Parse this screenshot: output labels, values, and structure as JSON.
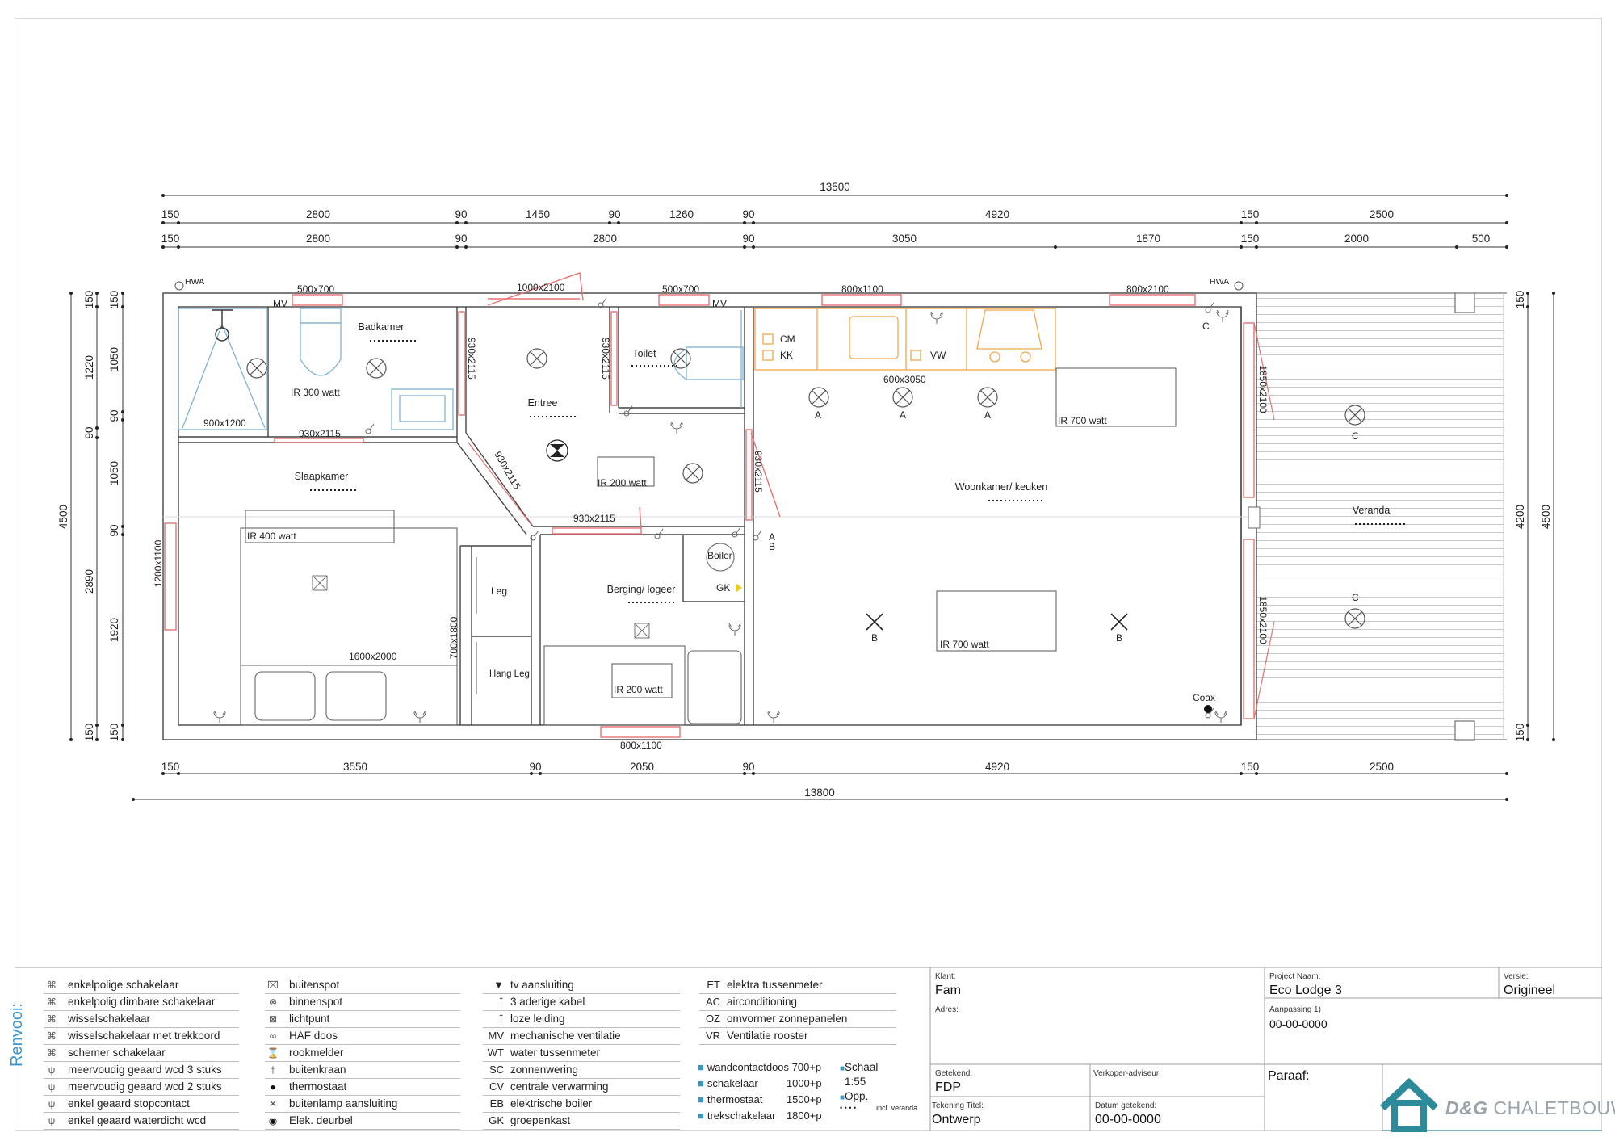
{
  "plan": {
    "dims": {
      "overall_top": "13500",
      "top_row1": [
        "150",
        "2800",
        "90",
        "1450",
        "90",
        "1260",
        "90",
        "4920",
        "150",
        "2500"
      ],
      "top_row2": [
        "150",
        "2800",
        "90",
        "2800",
        "90",
        "3050",
        "1870",
        "150",
        "2000",
        "500"
      ],
      "overall_bottom": "13800",
      "bottom_row": [
        "150",
        "3550",
        "90",
        "2050",
        "90",
        "4920",
        "150",
        "2500"
      ],
      "left_outer": "4500",
      "left_mid": [
        "150",
        "1220",
        "90",
        "2890",
        "150"
      ],
      "left_inner": [
        "150",
        "1050",
        "90",
        "1050",
        "90",
        "1920",
        "150"
      ],
      "right_inner": [
        "150",
        "4200",
        "150"
      ],
      "right_outer": "4500"
    },
    "rooms": {
      "badkamer": "Badkamer",
      "toilet": "Toilet",
      "entree": "Entree",
      "slaapkamer": "Slaapkamer",
      "berging": "Berging/ logeer",
      "woonkamer": "Woonkamer/ keuken",
      "veranda": "Veranda"
    },
    "labels": {
      "hwa_left": "HWA",
      "hwa_right": "HWA",
      "mv_left": "MV",
      "mv_right": "MV",
      "win_bad": "500x700",
      "door_entree": "1000x2100",
      "win_toilet": "500x700",
      "win_keuken": "800x1100",
      "door_woon": "800x2100",
      "douche": "900x1200",
      "ir300": "IR 300 watt",
      "door_bad": "930x2115",
      "door_bad2": "930x2115",
      "door_toilet": "930x2115",
      "door_slaap": "930x2115",
      "door_berging": "930x2115",
      "door_woon_side": "930x2115",
      "ir200_entree": "IR 200 watt",
      "ir400": "IR 400 watt",
      "bed": "1600x2000",
      "win_slaap": "1200x1100",
      "kast": "700x1800",
      "leg": "Leg",
      "hang_leg": "Hang Leg",
      "boiler": "Boiler",
      "gk": "GK",
      "ir200_berging": "IR 200 watt",
      "win_bottom": "800x1100",
      "cm": "CM",
      "kk": "KK",
      "vw": "VW",
      "keuken_dim": "600x3050",
      "ir700_top": "IR 700 watt",
      "ir700_bottom": "IR 700 watt",
      "spot_a1": "A",
      "spot_a2": "A",
      "spot_a3": "A",
      "spot_b1": "B",
      "spot_b2": "B",
      "ab_a": "A",
      "ab_b": "B",
      "c_top": "C",
      "c_ver1": "C",
      "c_ver2": "C",
      "coax": "Coax",
      "door_ver1": "1850x2100",
      "door_ver2": "1850x2100"
    }
  },
  "legend": {
    "title": "Renvooi:",
    "col1": [
      {
        "icon": "switch-icon",
        "label": "enkelpolige schakelaar"
      },
      {
        "icon": "dimmer-switch-icon",
        "label": "enkelpolig dimbare schakelaar"
      },
      {
        "icon": "changeover-switch-icon",
        "label": "wisselschakelaar"
      },
      {
        "icon": "pull-cord-switch-icon",
        "label": "wisselschakelaar met trekkoord"
      },
      {
        "icon": "double-switch-icon",
        "label": "schemer schakelaar"
      },
      {
        "icon": "triple-socket-icon",
        "label": "meervoudig geaard wcd 3 stuks"
      },
      {
        "icon": "double-socket-icon",
        "label": "meervoudig geaard wcd 2 stuks"
      },
      {
        "icon": "socket-icon",
        "label": "enkel geaard stopcontact"
      },
      {
        "icon": "waterproof-socket-icon",
        "label": "enkel geaard waterdicht wcd"
      }
    ],
    "col2": [
      {
        "icon": "outdoor-spot-icon",
        "label": "buitenspot"
      },
      {
        "icon": "indoor-spot-icon",
        "label": "binnenspot"
      },
      {
        "icon": "lightpoint-icon",
        "label": "lichtpunt"
      },
      {
        "icon": "haf-box-icon",
        "label": "HAF doos"
      },
      {
        "icon": "smoke-detector-icon",
        "label": "rookmelder"
      },
      {
        "icon": "outdoor-tap-icon",
        "label": "buitenkraan"
      },
      {
        "icon": "thermostat-icon",
        "label": "thermostaat"
      },
      {
        "icon": "outdoor-lamp-icon",
        "label": "buitenlamp aansluiting"
      },
      {
        "icon": "doorbell-icon",
        "label": "Elek. deurbel"
      }
    ],
    "col3": [
      {
        "code": "",
        "icon": "tv-socket-icon",
        "label": "tv aansluiting"
      },
      {
        "code": "",
        "icon": "cable-icon",
        "label": "3 aderige kabel"
      },
      {
        "code": "",
        "icon": "empty-conduit-icon",
        "label": "loze leiding"
      },
      {
        "code": "MV",
        "label": "mechanische ventilatie"
      },
      {
        "code": "WT",
        "label": "water tussenmeter"
      },
      {
        "code": "SC",
        "label": "zonnenwering"
      },
      {
        "code": "CV",
        "label": "centrale verwarming"
      },
      {
        "code": "EB",
        "label": "elektrische boiler"
      },
      {
        "code": "GK",
        "label": "groepenkast"
      }
    ],
    "col4": [
      {
        "code": "ET",
        "label": "elektra tussenmeter"
      },
      {
        "code": "AC",
        "label": "airconditioning"
      },
      {
        "code": "OZ",
        "label": "omvormer zonnepanelen"
      },
      {
        "code": "VR",
        "label": "Ventilatie rooster"
      }
    ],
    "heights": [
      {
        "label": "wandcontactdoos 700+p",
        "value": ""
      },
      {
        "label": "schakelaar",
        "value": "1000+p"
      },
      {
        "label": "thermostaat",
        "value": "1500+p"
      },
      {
        "label": "trekschakelaar",
        "value": "1800+p"
      }
    ],
    "schaal_label": "Schaal",
    "schaal_value": "1:55",
    "opp_label": "Opp.",
    "opp_veranda": "incl. veranda"
  },
  "titleblock": {
    "klant_label": "Klant:",
    "klant": "Fam",
    "project_label": "Project Naam:",
    "project": "Eco Lodge 3",
    "versie_label": "Versie:",
    "versie": "Origineel",
    "adres_label": "Adres:",
    "aanpassing_label": "Aanpassing 1)",
    "aanpassing": "00-00-0000",
    "getekend_label": "Getekend:",
    "getekend": "FDP",
    "verkoper_label": "Verkoper-adviseur:",
    "paraaf_label": "Paraaf:",
    "tekening_label": "Tekening Titel:",
    "tekening": "Ontwerp",
    "datum_label": "Datum getekend:",
    "datum": "00-00-0000",
    "logo_brand": "D&G",
    "logo_rest": "CHALETBOUW",
    "colors": {
      "accent": "#3a95c9",
      "wall": "#444444",
      "window": "#e57373",
      "sanitair": "#7fb3d5",
      "keuken": "#f0a848"
    }
  }
}
